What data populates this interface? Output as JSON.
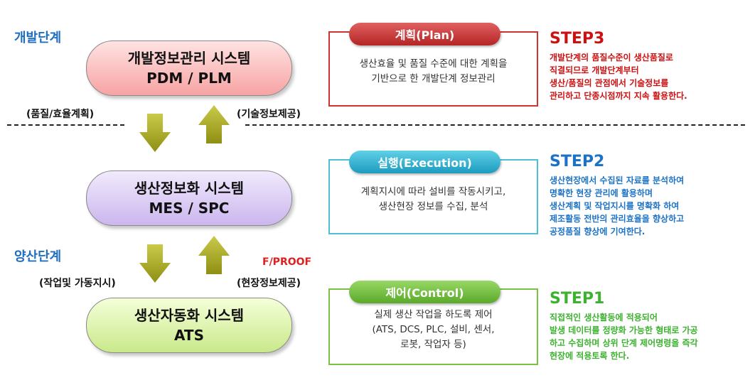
{
  "stages": {
    "development": "개발단계",
    "production": "양산단계"
  },
  "systems": {
    "plm": {
      "name": "개발정보관리 시스템",
      "code": "PDM / PLM"
    },
    "mes": {
      "name": "생산정보화 시스템",
      "code": "MES / SPC"
    },
    "ats": {
      "name": "생산자동화 시스템",
      "code": "ATS"
    }
  },
  "flows": {
    "quality_plan": "(품질/효율계획)",
    "tech_info": "(기술정보제공)",
    "work_instruction": "(작업및 가동지시)",
    "field_info": "(현장정보제공)",
    "fproof": "F/PROOF"
  },
  "phases": {
    "plan": {
      "label": "계획(Plan)",
      "desc_lines": [
        "생산효율 및 품질 수준에 대한 계획을",
        "기반으로 한 개발단계 정보관리"
      ]
    },
    "execution": {
      "label": "실행(Execution)",
      "desc_lines": [
        "계획지시에 따라 설비를 작동시키고,",
        "생산현장 정보를 수집, 분석"
      ]
    },
    "control": {
      "label": "제어(Control)",
      "desc_lines": [
        "실제 생산 작업을 하도록 제어",
        "(ATS, DCS, PLC, 설비, 센서,",
        "로봇, 작업자 등)"
      ]
    }
  },
  "steps": {
    "step3": {
      "title": "STEP3",
      "lines": [
        "개발단계의 품질수준이 생산품질로",
        "직결되므로 개발단계부터",
        "생산/품질의 관점에서 기술정보를",
        "관리하고 단종시점까지 지속 활용한다."
      ]
    },
    "step2": {
      "title": "STEP2",
      "lines": [
        "생산현장에서 수집된 자료를 분석하여",
        "명확한 현장 관리에 활용하며",
        "생산계획 및 작업지시를 명확화 하여",
        "제조활동 전반의 관리효율을 향상하고",
        "공정품질 향상에 기여한다."
      ]
    },
    "step1": {
      "title": "STEP1",
      "lines": [
        "직접적인 생산활동에 적용되어",
        "발생 데이터를 정량화 가능한 형태로 가공",
        "하고 수집하며 상위 단계 제어명령을 즉각",
        "현장에 적용토록 한다."
      ]
    }
  },
  "colors": {
    "stage_blue": "#1f6fc0",
    "step3_red": "#cc1111",
    "step2_blue": "#1c73c6",
    "step1_green": "#3cb22e",
    "arrow_olive": "#a8a81c"
  }
}
